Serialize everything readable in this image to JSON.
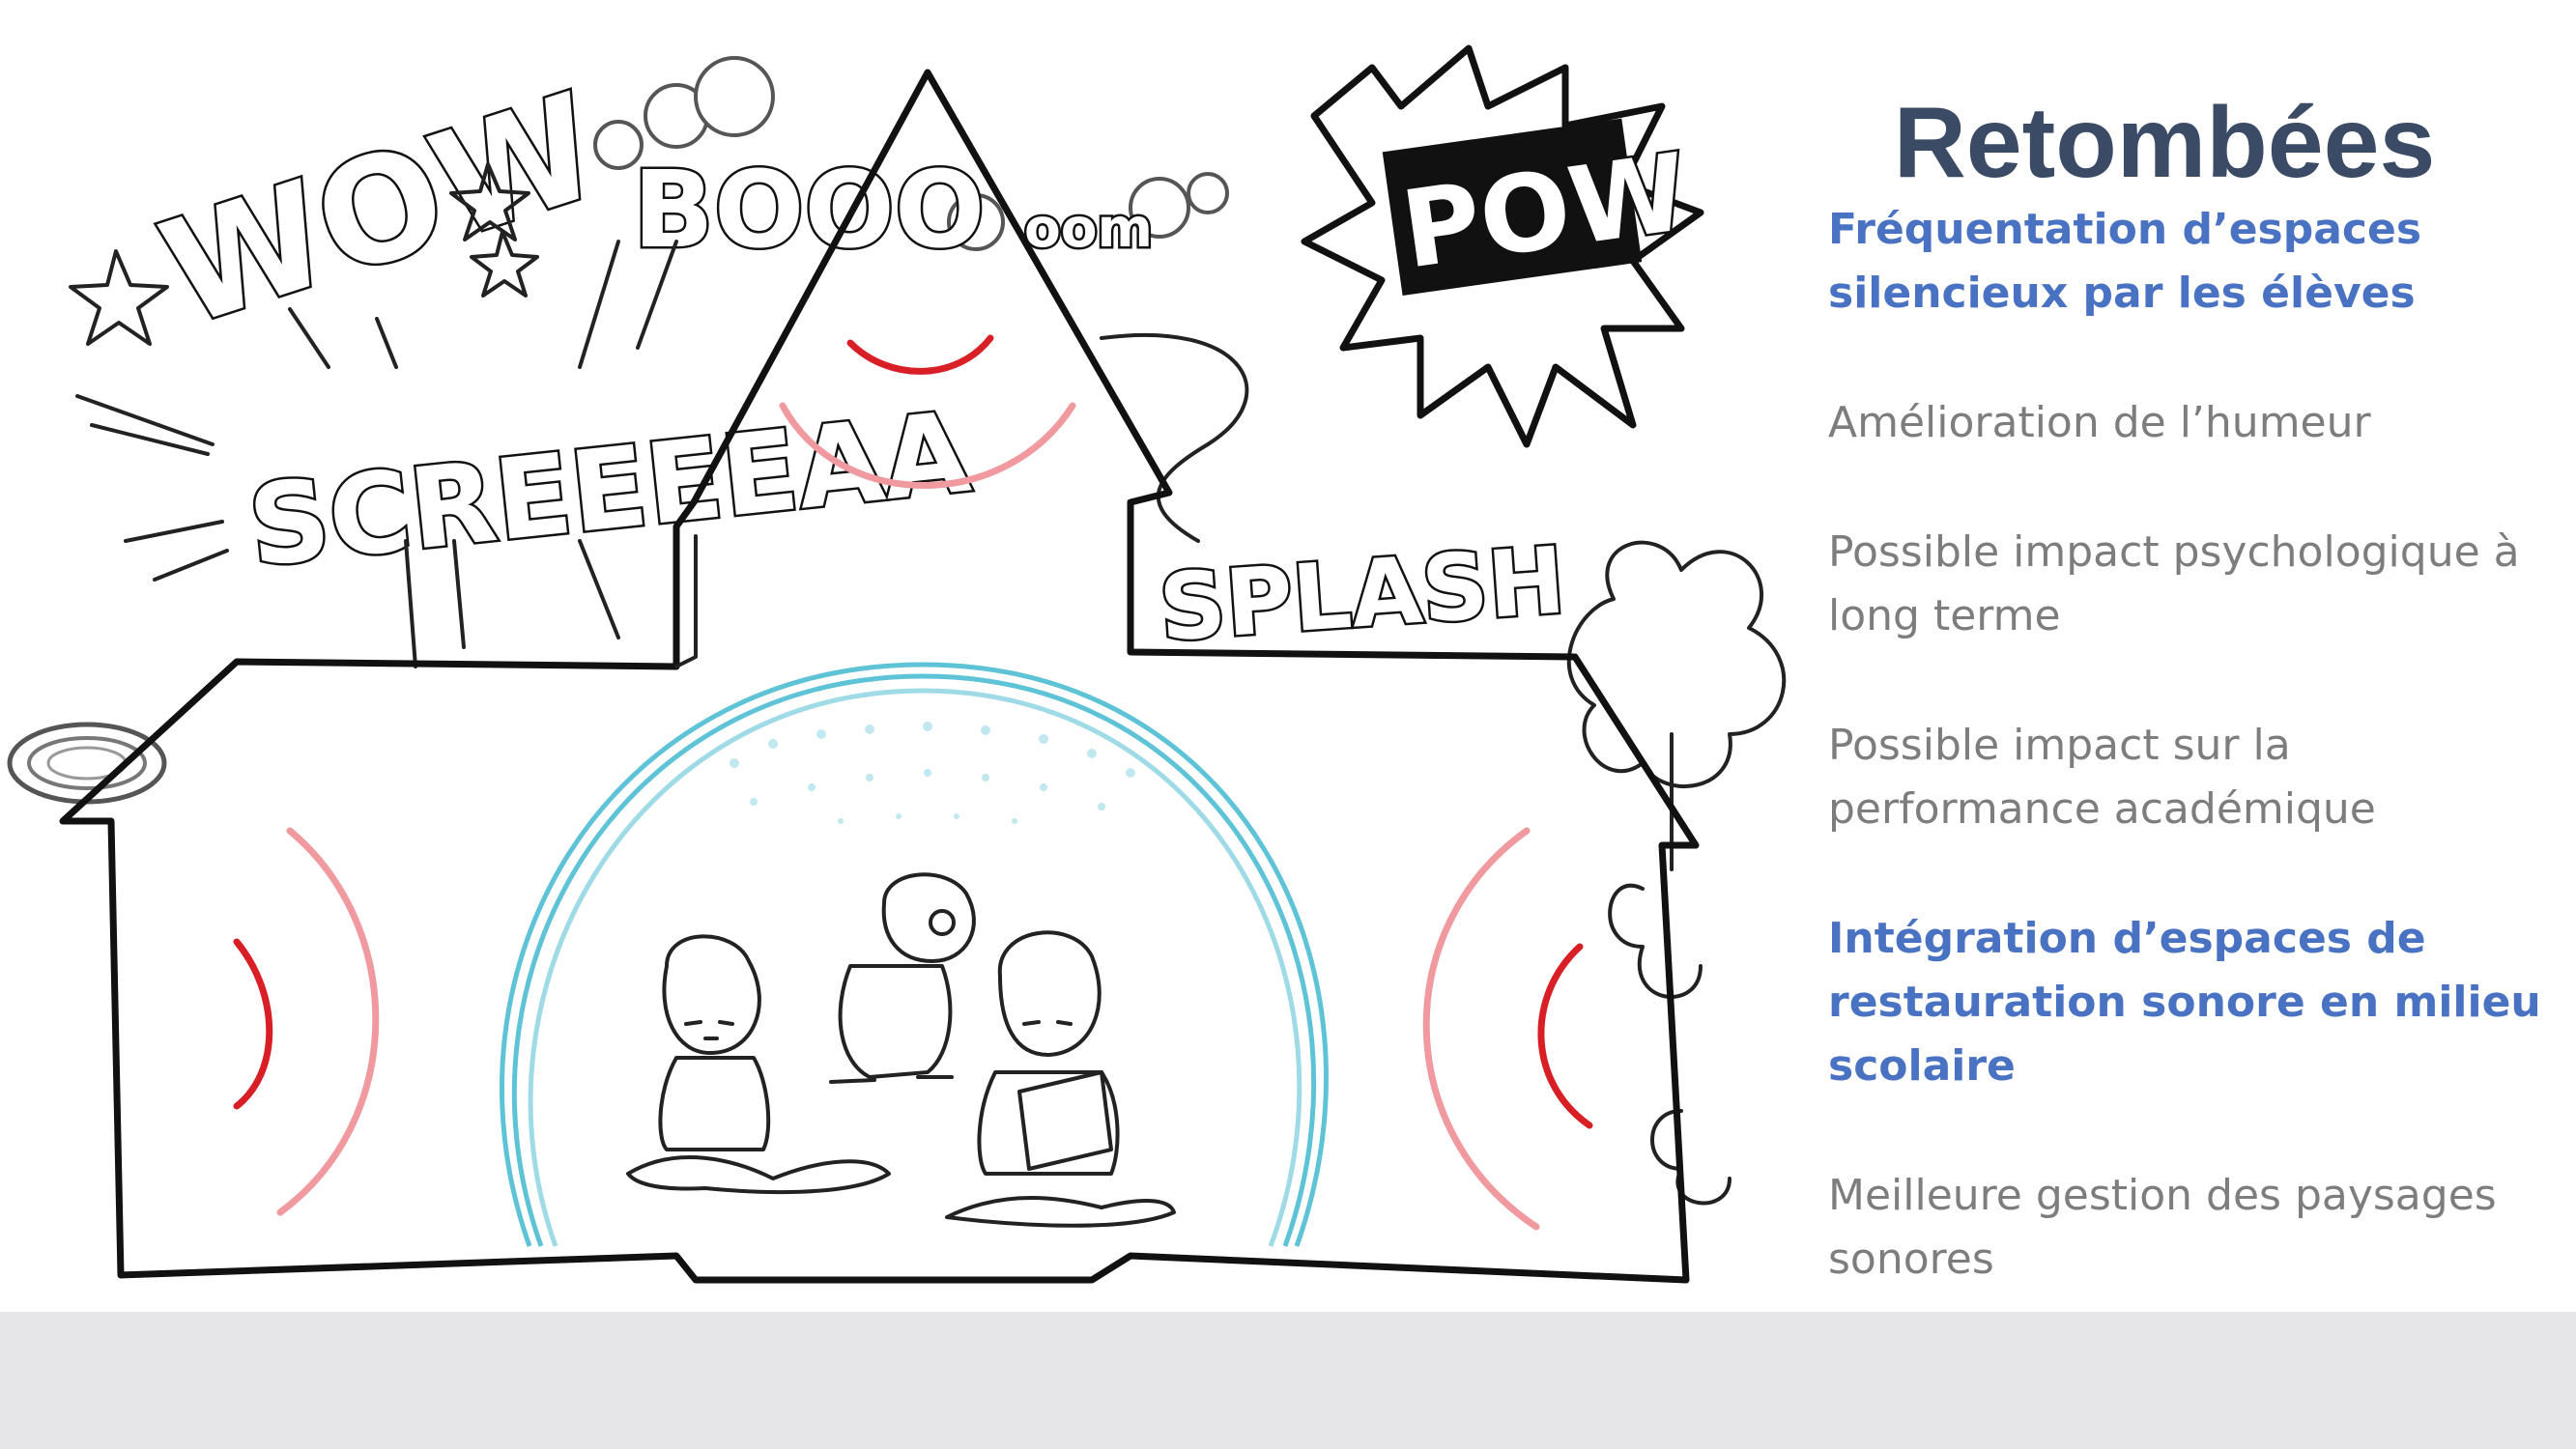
{
  "slide": {
    "title": "Retombées",
    "points": [
      {
        "text": "Fréquentation d’espaces silencieux par les élèves",
        "highlight": true
      },
      {
        "text": "Amélioration de l’humeur",
        "highlight": false
      },
      {
        "text": "Possible impact psychologique à long terme",
        "highlight": false
      },
      {
        "text": "Possible impact sur la performance académique",
        "highlight": false
      },
      {
        "text": "Intégration d’espaces de restauration sonore en milieu scolaire",
        "highlight": true
      },
      {
        "text": "Meilleure gestion des paysages sonores",
        "highlight": false
      }
    ],
    "colors": {
      "title": "#3b4b66",
      "highlight": "#4a72c2",
      "body": "#7d7d7d",
      "footer_band": "#e6e5e7",
      "bubble": "#5ec3d6",
      "sound_arc": "#d81f26"
    }
  },
  "illustration": {
    "words": {
      "wow": "WOW",
      "boom": "BOOO",
      "boom_tail": "oom",
      "screech": "SCREEEEAA",
      "pow": "POW",
      "splash": "SPLASH"
    }
  }
}
